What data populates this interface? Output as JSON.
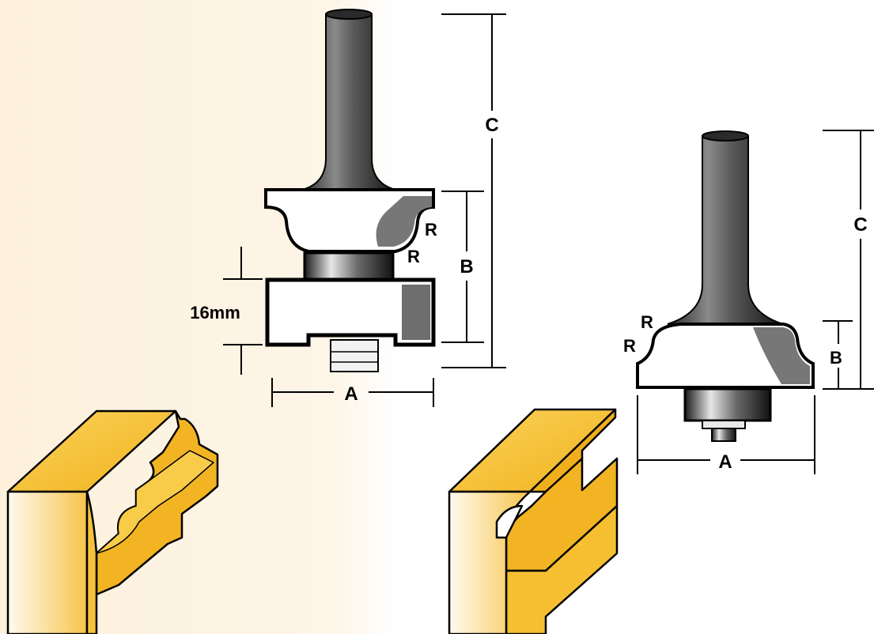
{
  "colors": {
    "background_left": "#fdf3e3",
    "background_right": "#ffffff",
    "steel_dark": "#1c1c1c",
    "steel_mid": "#6a6a6a",
    "steel_light": "#e8e8e8",
    "cutter_white": "#ffffff",
    "cutter_shade": "#7a7a7a",
    "wood_top": "#f7c42e",
    "wood_front": "#fff6d8",
    "wood_side": "#f2a81c",
    "outline": "#000000"
  },
  "left_bit": {
    "dims": {
      "A": "A",
      "B": "B",
      "C": "C"
    },
    "radius_labels": [
      "R",
      "R"
    ],
    "gap_label": "16mm"
  },
  "right_bit": {
    "dims": {
      "A": "A",
      "B": "B",
      "C": "C"
    },
    "radius_labels": [
      "R",
      "R"
    ]
  }
}
